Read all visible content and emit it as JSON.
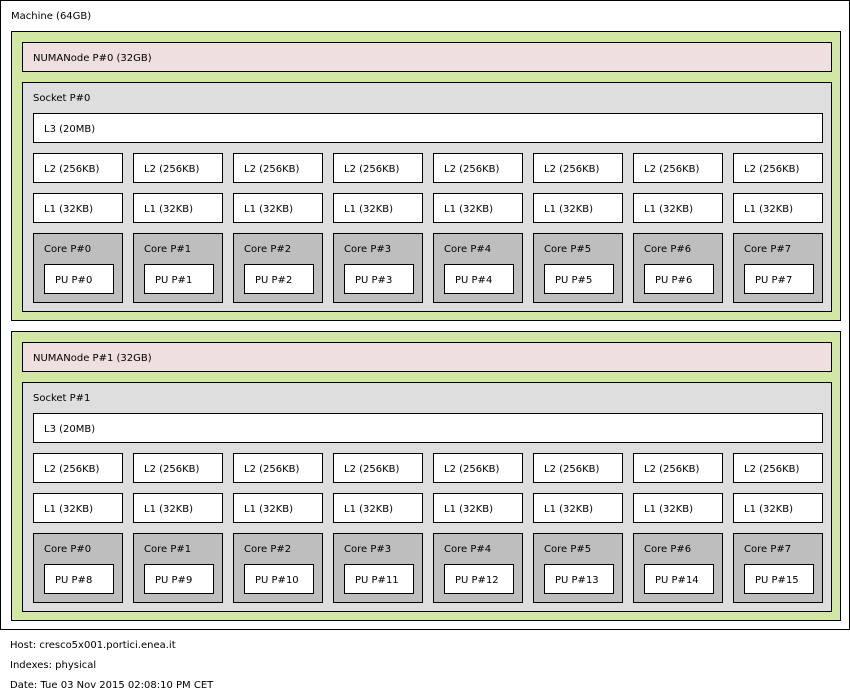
{
  "machine": {
    "label": "Machine (64GB)"
  },
  "groups": [
    {
      "numa": "NUMANode P#0 (32GB)",
      "socket": "Socket P#0",
      "l3": "L3 (20MB)",
      "l2": [
        "L2 (256KB)",
        "L2 (256KB)",
        "L2 (256KB)",
        "L2 (256KB)",
        "L2 (256KB)",
        "L2 (256KB)",
        "L2 (256KB)",
        "L2 (256KB)"
      ],
      "l1": [
        "L1 (32KB)",
        "L1 (32KB)",
        "L1 (32KB)",
        "L1 (32KB)",
        "L1 (32KB)",
        "L1 (32KB)",
        "L1 (32KB)",
        "L1 (32KB)"
      ],
      "cores": [
        {
          "label": "Core P#0",
          "pu": "PU P#0"
        },
        {
          "label": "Core P#1",
          "pu": "PU P#1"
        },
        {
          "label": "Core P#2",
          "pu": "PU P#2"
        },
        {
          "label": "Core P#3",
          "pu": "PU P#3"
        },
        {
          "label": "Core P#4",
          "pu": "PU P#4"
        },
        {
          "label": "Core P#5",
          "pu": "PU P#5"
        },
        {
          "label": "Core P#6",
          "pu": "PU P#6"
        },
        {
          "label": "Core P#7",
          "pu": "PU P#7"
        }
      ]
    },
    {
      "numa": "NUMANode P#1 (32GB)",
      "socket": "Socket P#1",
      "l3": "L3 (20MB)",
      "l2": [
        "L2 (256KB)",
        "L2 (256KB)",
        "L2 (256KB)",
        "L2 (256KB)",
        "L2 (256KB)",
        "L2 (256KB)",
        "L2 (256KB)",
        "L2 (256KB)"
      ],
      "l1": [
        "L1 (32KB)",
        "L1 (32KB)",
        "L1 (32KB)",
        "L1 (32KB)",
        "L1 (32KB)",
        "L1 (32KB)",
        "L1 (32KB)",
        "L1 (32KB)"
      ],
      "cores": [
        {
          "label": "Core P#0",
          "pu": "PU P#8"
        },
        {
          "label": "Core P#1",
          "pu": "PU P#9"
        },
        {
          "label": "Core P#2",
          "pu": "PU P#10"
        },
        {
          "label": "Core P#3",
          "pu": "PU P#11"
        },
        {
          "label": "Core P#4",
          "pu": "PU P#12"
        },
        {
          "label": "Core P#5",
          "pu": "PU P#13"
        },
        {
          "label": "Core P#6",
          "pu": "PU P#14"
        },
        {
          "label": "Core P#7",
          "pu": "PU P#15"
        }
      ]
    }
  ],
  "footer": {
    "host": "Host: cresco5x001.portici.enea.it",
    "indexes": "Indexes: physical",
    "date": "Date: Tue 03 Nov 2015 02:08:10 PM CET"
  },
  "colors": {
    "numa_group": "#d2e7a4",
    "numa_node": "#efdfde",
    "socket": "#dedede",
    "core": "#bebebe",
    "cache": "#ffffff"
  }
}
